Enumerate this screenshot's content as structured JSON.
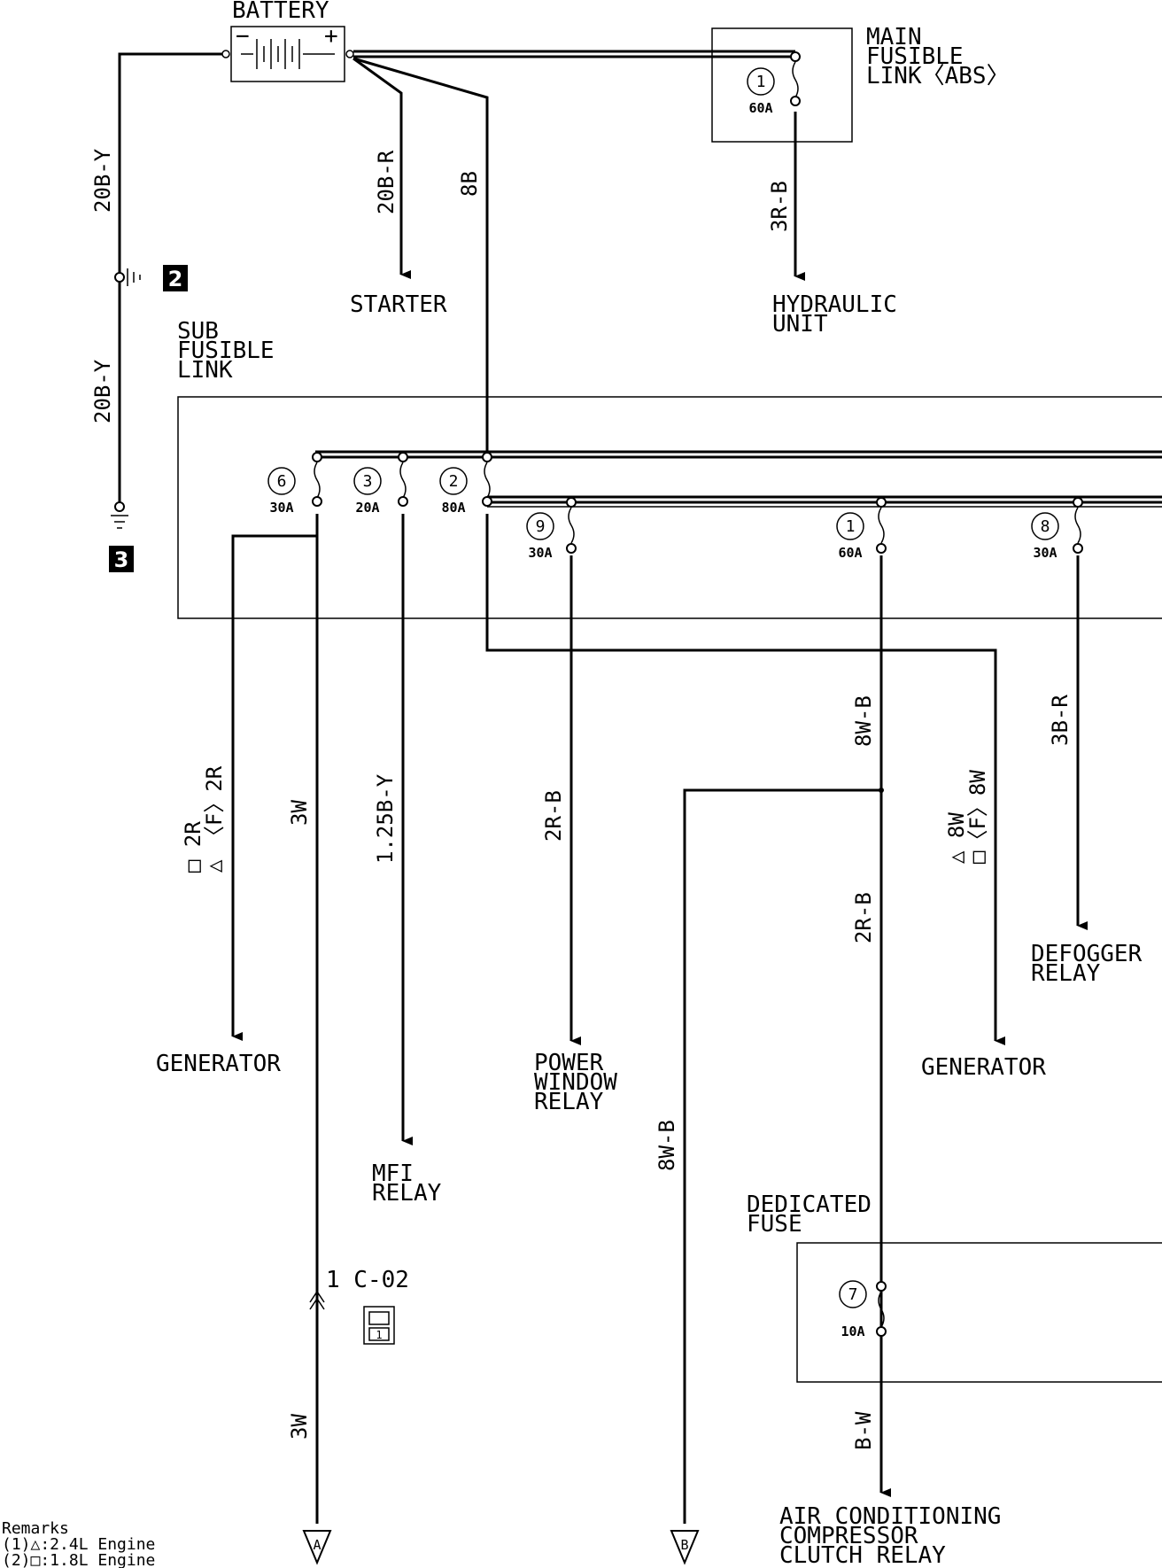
{
  "components": {
    "battery": "BATTERY",
    "main_fusible_link": [
      "MAIN",
      "FUSIBLE",
      "LINK〈ABS〉"
    ],
    "sub_fusible_link": [
      "SUB",
      "FUSIBLE",
      "LINK"
    ],
    "dedicated_fuse": [
      "DEDICATED",
      "FUSE"
    ]
  },
  "battery_polarity": {
    "neg": "−",
    "pos": "+"
  },
  "fuses": {
    "main_1": {
      "num": "1",
      "amp": "60A"
    },
    "sub_6": {
      "num": "6",
      "amp": "30A"
    },
    "sub_3": {
      "num": "3",
      "amp": "20A"
    },
    "sub_2": {
      "num": "2",
      "amp": "80A"
    },
    "sub_9": {
      "num": "9",
      "amp": "30A"
    },
    "sub_1": {
      "num": "1",
      "amp": "60A"
    },
    "sub_8": {
      "num": "8",
      "amp": "30A"
    },
    "ded_7": {
      "num": "7",
      "amp": "10A"
    }
  },
  "destinations": {
    "starter": "STARTER",
    "hydraulic_unit": [
      "HYDRAULIC",
      "UNIT"
    ],
    "generator_left": "GENERATOR",
    "generator_right": "GENERATOR",
    "mfi_relay": [
      "MFI",
      "RELAY"
    ],
    "power_window_relay": [
      "POWER",
      "WINDOW",
      "RELAY"
    ],
    "defogger_relay": [
      "DEFOGGER",
      "RELAY"
    ],
    "ac_relay": [
      "AIR CONDITIONING",
      "COMPRESSOR",
      "CLUTCH RELAY"
    ]
  },
  "wires": {
    "w_20by_top": "20B-Y",
    "w_20by_bottom": "20B-Y",
    "w_20br": "20B-R",
    "w_8b": "8B",
    "w_3rb": "3R-B",
    "w_2r_gen": [
      "□ 2R",
      "△ 〈F〉2R"
    ],
    "w_3w_top": "3W",
    "w_125by": "1.25B-Y",
    "w_2rb_pw": "2R-B",
    "w_8wb_top": "8W-B",
    "w_2rb_mid": "2R-B",
    "w_8w_gen": [
      "△ 8W",
      "□〈F〉8W"
    ],
    "w_3br": "3B-R",
    "w_8wb_low": "8W-B",
    "w_3w_bottom": "3W",
    "w_bw": "B-W"
  },
  "grounds": {
    "g2": "2",
    "g3": "3"
  },
  "connector": {
    "label": "1 C-02",
    "pin": "1"
  },
  "offpage": {
    "a": "A",
    "b": "B"
  },
  "remarks": {
    "title": "Remarks",
    "r1": "(1)△:2.4L Engine",
    "r2": "(2)□:1.8L Engine"
  }
}
